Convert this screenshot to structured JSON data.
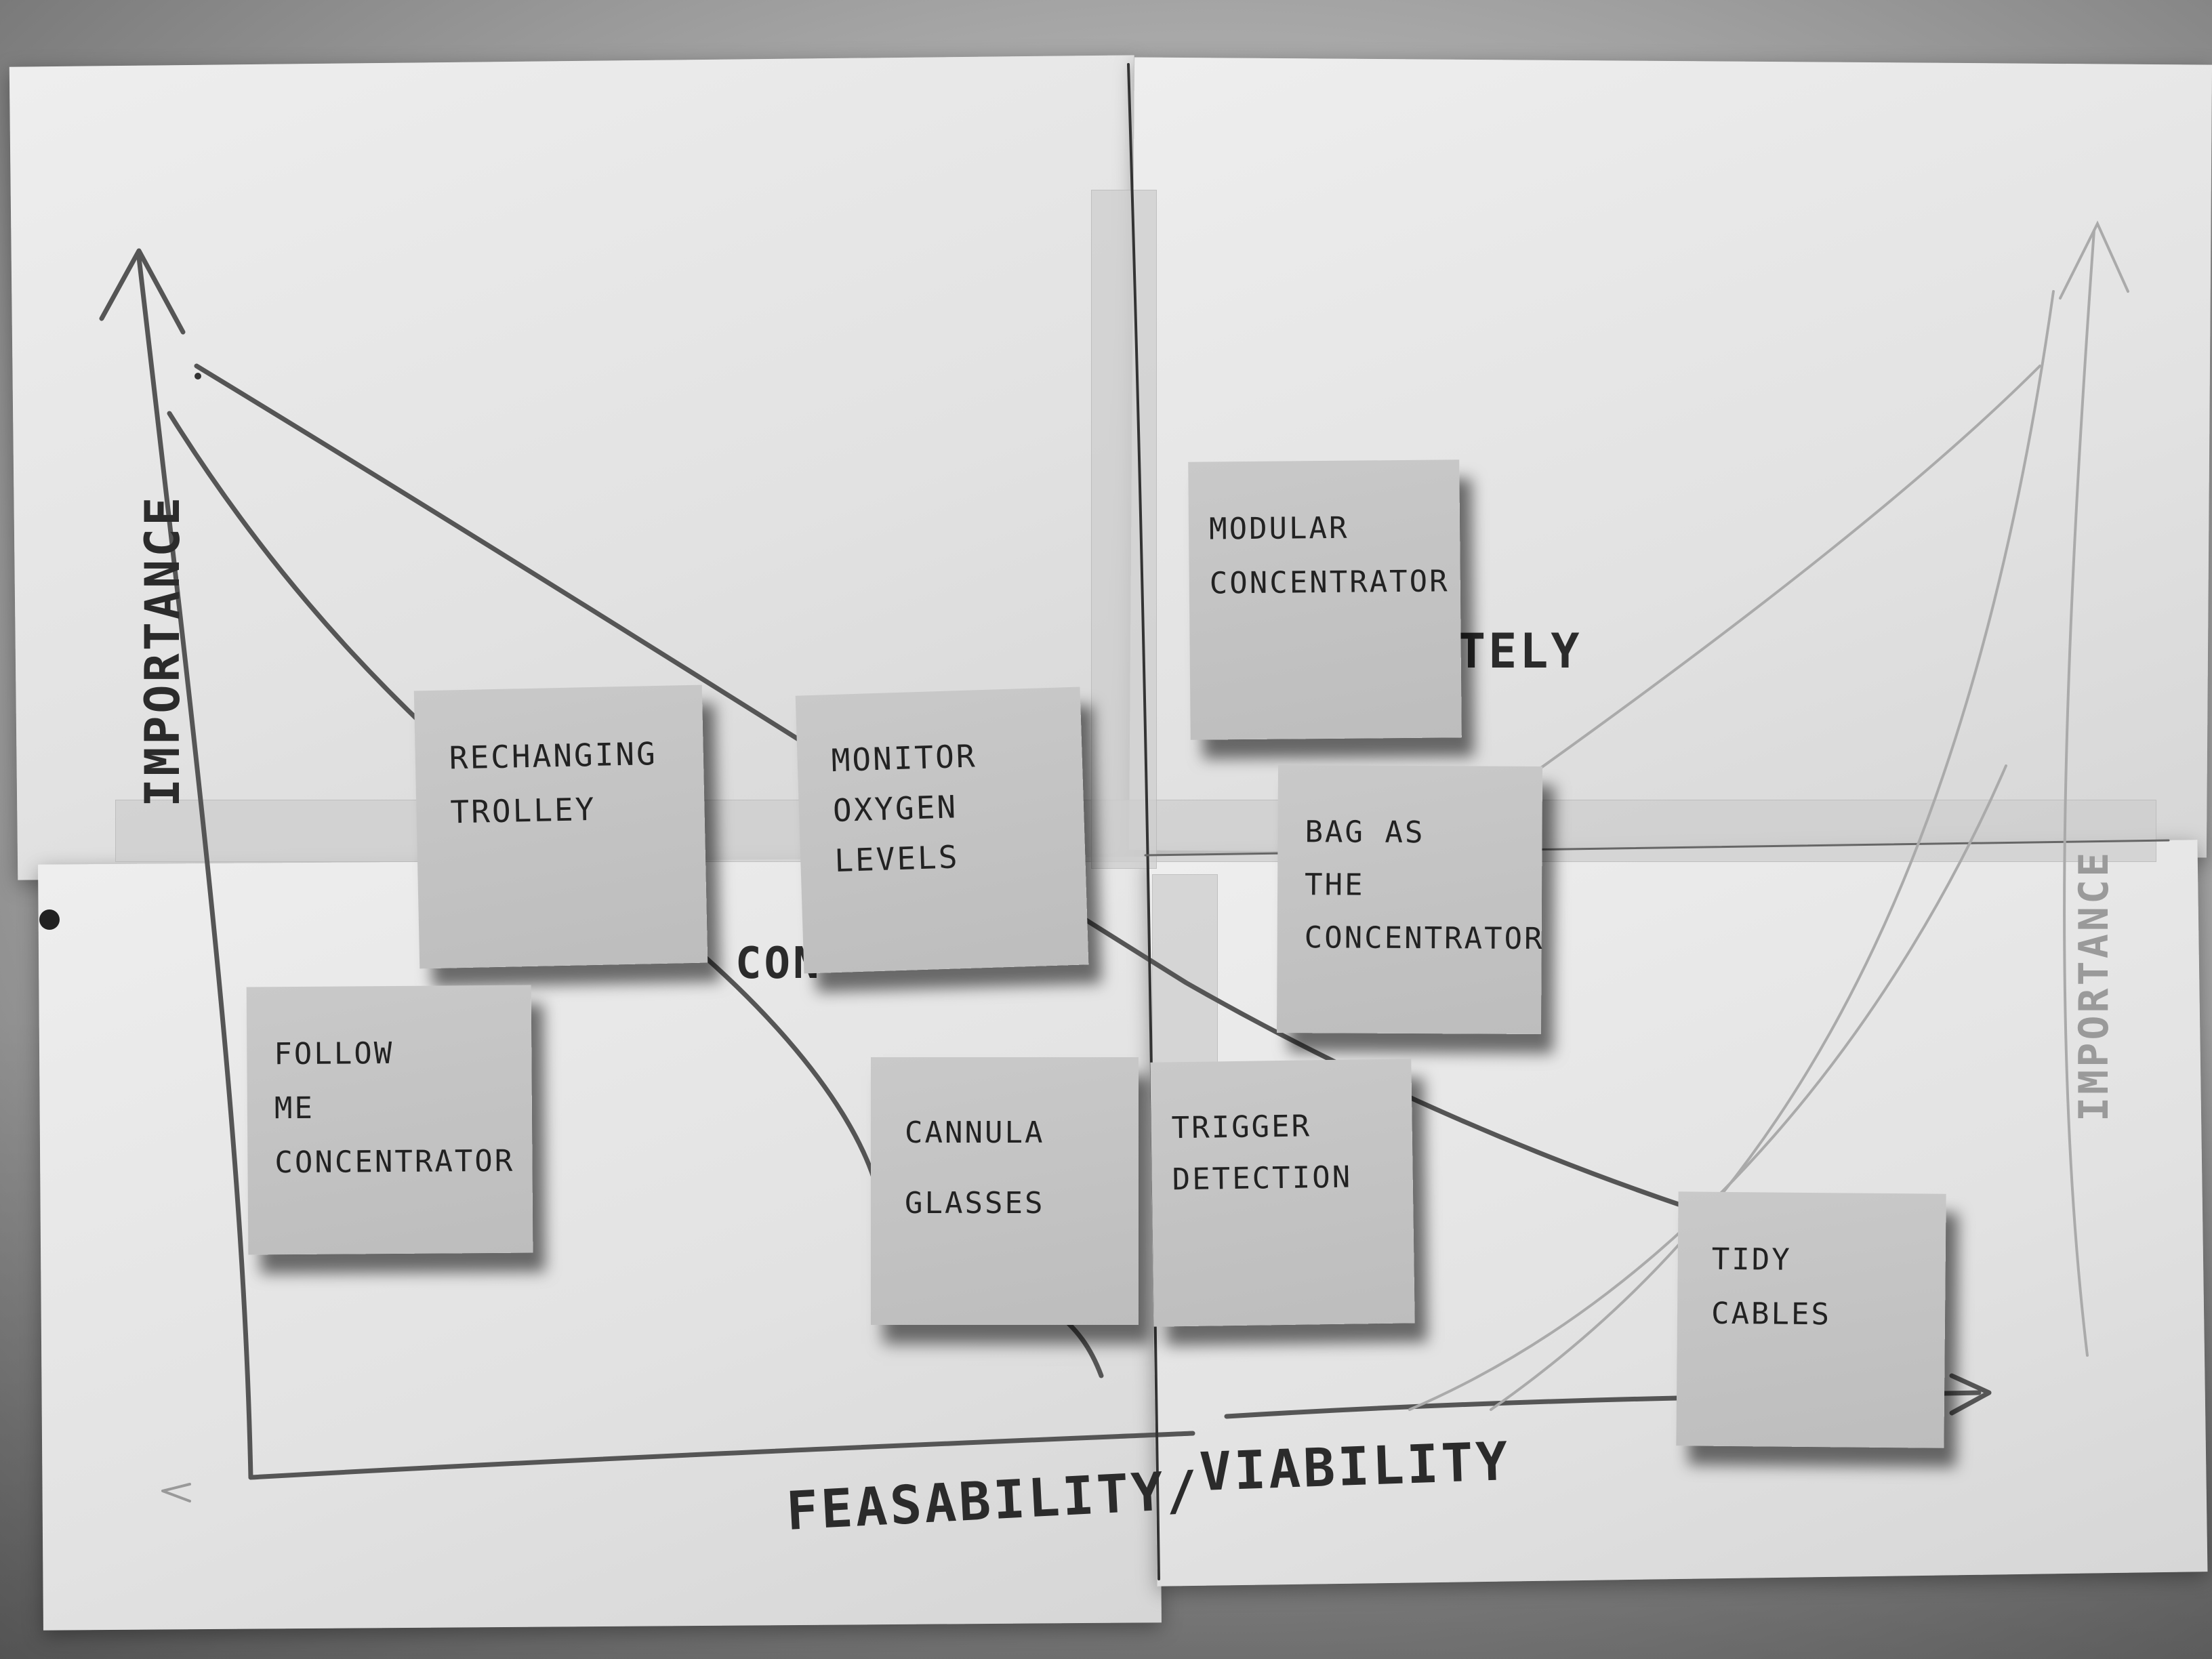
{
  "labels": {
    "y_left": "IMPORTANCE",
    "y_right": "IMPORTANCE",
    "x_left": "FEASABILITY/",
    "x_right": "VIABILITY",
    "mid_label": "CON",
    "upper_label": "TELY"
  },
  "notes": [
    {
      "id": "recharging-trolley",
      "text": "RECHANGING\nTROLLEY"
    },
    {
      "id": "monitor-oxygen-levels",
      "text": "MONITOR\nOXYGEN\nLEVELS"
    },
    {
      "id": "modular-concentrator",
      "text": "MODULAR\nCONCENTRATOR"
    },
    {
      "id": "bag-as-the-concentrator",
      "text": "BAG AS\nTHE\nCONCENTRATOR"
    },
    {
      "id": "follow-me-concentrator",
      "text": "FOLLOW\nME\nCONCENTRATOR"
    },
    {
      "id": "cannula-glasses",
      "text": "CANNULA\nGLASSES"
    },
    {
      "id": "trigger-detection",
      "text": "TRIGGER\nDETECTION"
    },
    {
      "id": "tidy-cables",
      "text": "TIDY\nCABLES"
    }
  ]
}
